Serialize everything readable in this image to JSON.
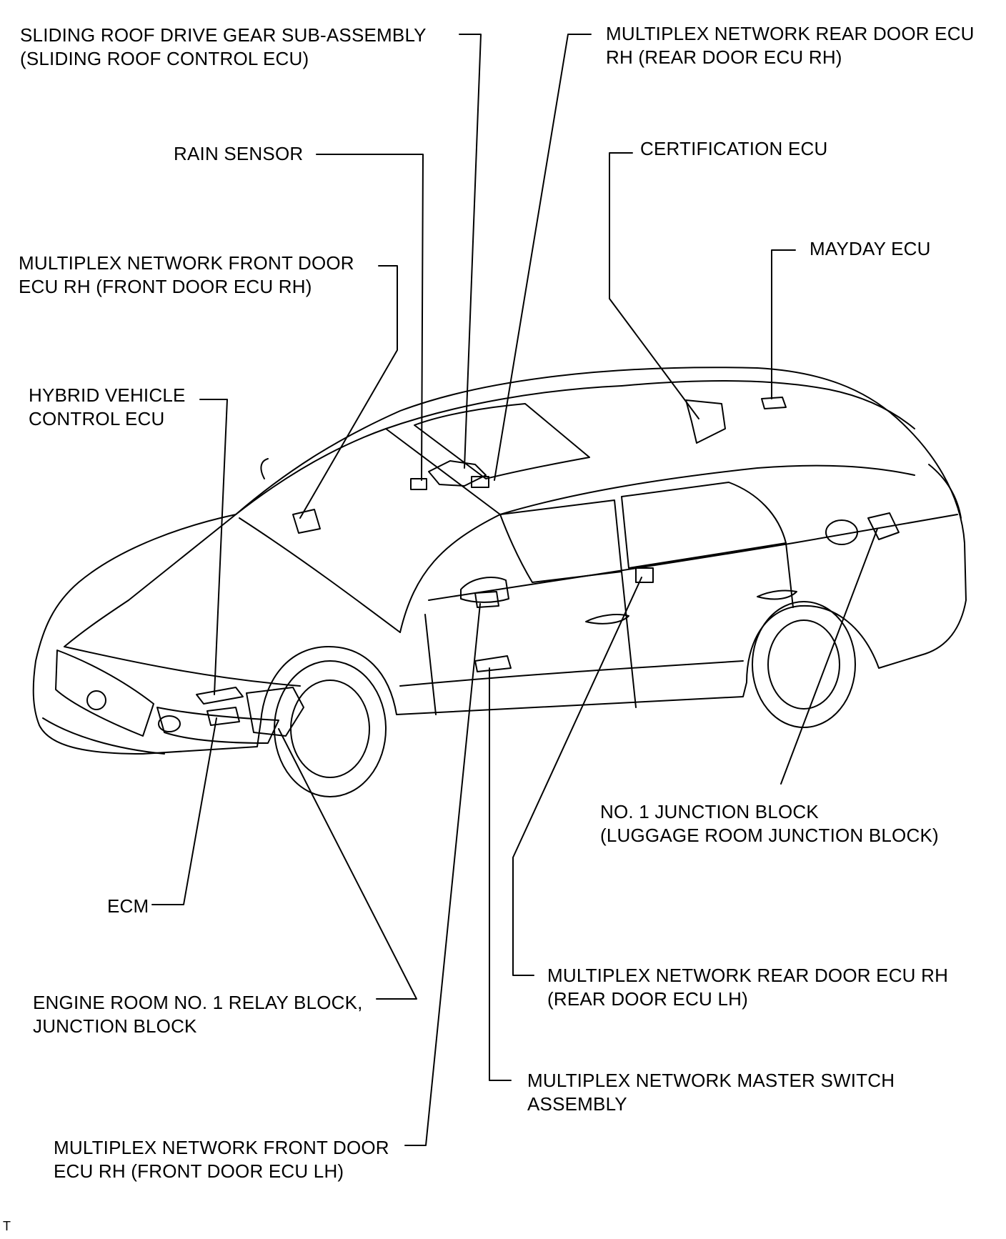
{
  "labels": {
    "sliding_roof": [
      "SLIDING ROOF DRIVE GEAR SUB-ASSEMBLY",
      "(SLIDING ROOF CONTROL ECU)"
    ],
    "rear_door_rh": [
      "MULTIPLEX NETWORK REAR DOOR ECU",
      "RH (REAR DOOR ECU RH)"
    ],
    "rain_sensor": [
      "RAIN SENSOR"
    ],
    "certification": [
      "CERTIFICATION ECU"
    ],
    "front_door_rh": [
      "MULTIPLEX NETWORK FRONT DOOR",
      "ECU RH (FRONT DOOR ECU RH)"
    ],
    "mayday": [
      "MAYDAY ECU"
    ],
    "hybrid": [
      "HYBRID VEHICLE",
      "CONTROL ECU"
    ],
    "junction_block_1": [
      "NO. 1 JUNCTION BLOCK",
      "(LUGGAGE ROOM JUNCTION BLOCK)"
    ],
    "ecm": [
      "ECM"
    ],
    "rear_door_lh": [
      "MULTIPLEX NETWORK REAR DOOR ECU RH",
      "(REAR DOOR ECU LH)"
    ],
    "engine_room_relay": [
      "ENGINE ROOM NO. 1 RELAY BLOCK,",
      "JUNCTION BLOCK"
    ],
    "master_switch": [
      "MULTIPLEX NETWORK MASTER SWITCH",
      "ASSEMBLY"
    ],
    "front_door_lh": [
      "MULTIPLEX NETWORK FRONT DOOR",
      "ECU RH (FRONT DOOR ECU LH)"
    ]
  },
  "ref_code": "T"
}
